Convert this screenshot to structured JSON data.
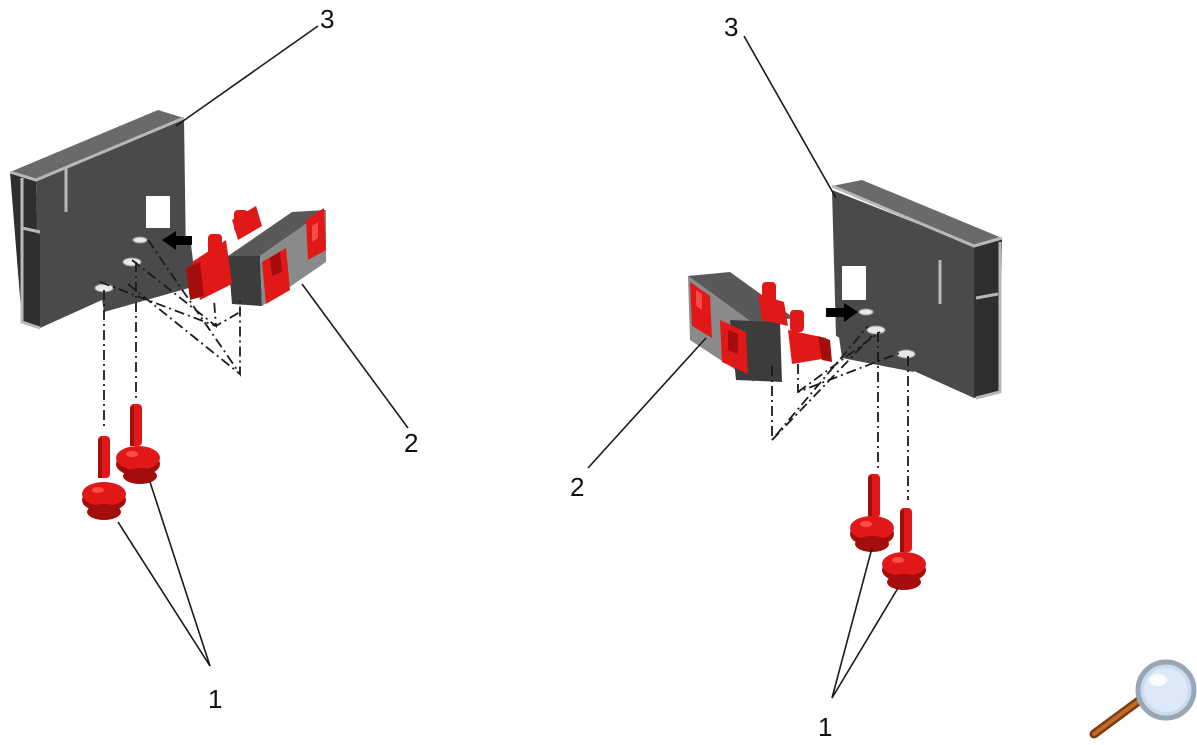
{
  "left_assembly": {
    "callouts": {
      "screws": "1",
      "guide": "2",
      "rail": "3"
    }
  },
  "right_assembly": {
    "callouts": {
      "screws": "1",
      "guide": "2",
      "rail": "3"
    }
  },
  "tool": {
    "icon": "magnifier-icon"
  },
  "colors": {
    "part_red": "#e01818",
    "rail_grey": "#4a4a4a",
    "arrow": "#000000"
  }
}
